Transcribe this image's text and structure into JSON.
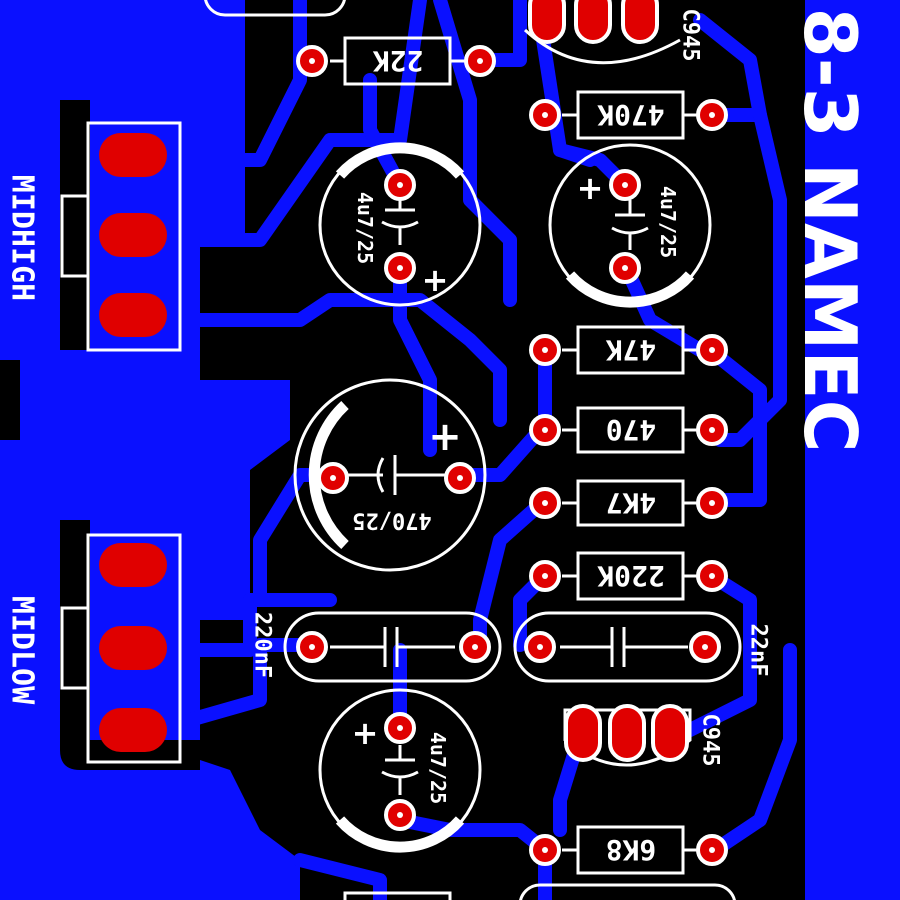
{
  "board": {
    "title": "8-3 NAMEC",
    "colors": {
      "background": "#000000",
      "copper": "#0a10ff",
      "pad": "#e00000",
      "silkscreen": "#ffffff"
    }
  },
  "pots": [
    {
      "label": "MIDHIGH"
    },
    {
      "label": "MIDLOW"
    }
  ],
  "resistors": [
    {
      "value": "22K"
    },
    {
      "value": "470K"
    },
    {
      "value": "47K"
    },
    {
      "value": "470"
    },
    {
      "value": "4K7"
    },
    {
      "value": "220K"
    },
    {
      "value": "6K8"
    }
  ],
  "transistors": [
    {
      "part": "C945"
    },
    {
      "part": "C945"
    }
  ],
  "electrolytics": [
    {
      "value": "4u7/25"
    },
    {
      "value": "4u7/25"
    },
    {
      "value": "470/25"
    },
    {
      "value": "4u7/25"
    }
  ],
  "film_caps": [
    {
      "value": "220nF"
    },
    {
      "value": "22nF"
    }
  ],
  "polarity": {
    "plus": "+"
  }
}
